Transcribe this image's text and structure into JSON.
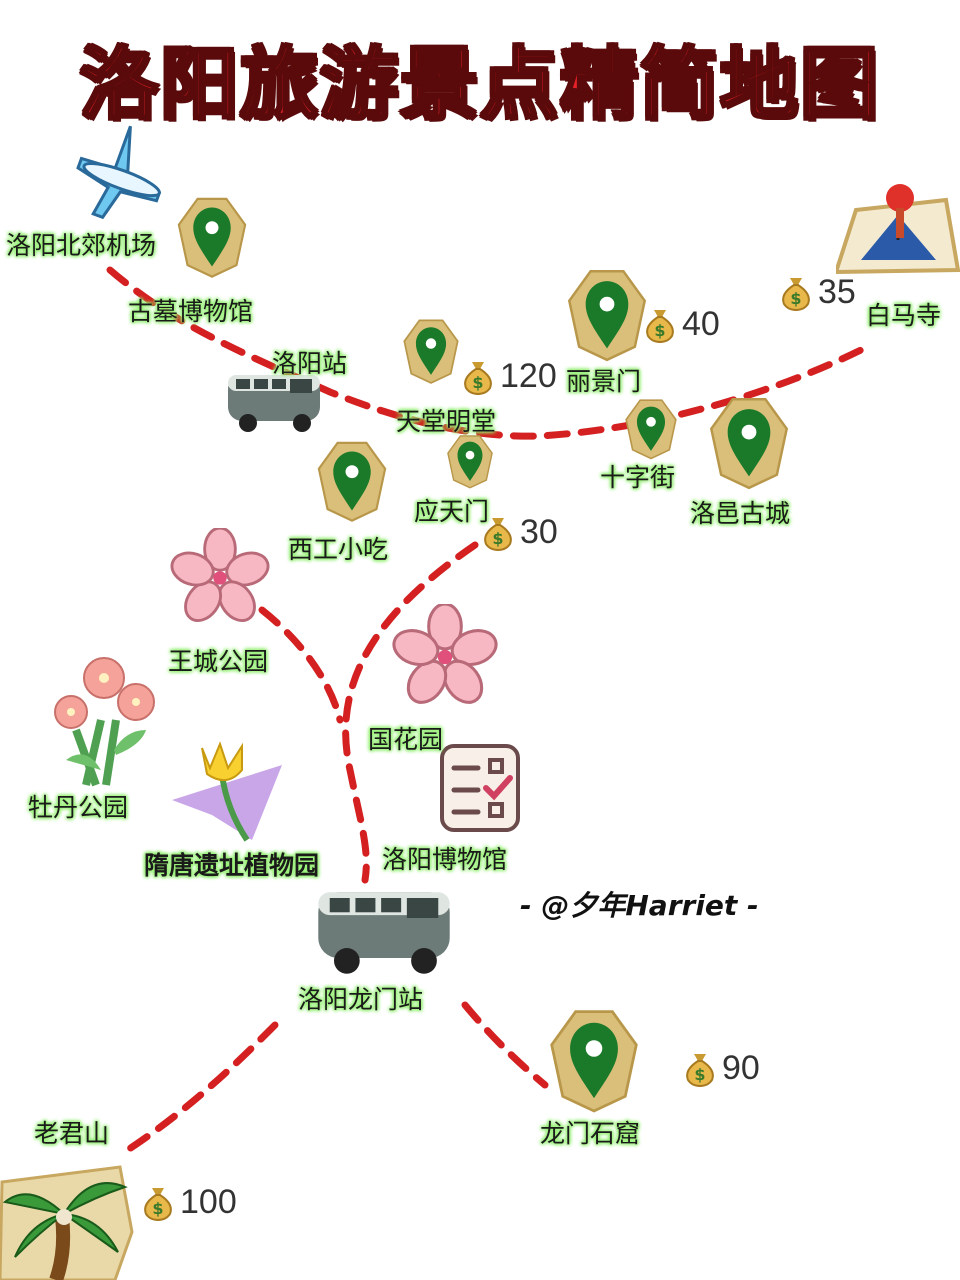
{
  "title": "洛阳旅游景点精简地图",
  "watermark": "- @夕年Harriet -",
  "colors": {
    "route": "#d42020",
    "pin": "#1a7a2a",
    "pin_bg": "#d9bf7a",
    "label_glow": "#7ee85a",
    "title": "#e8212a"
  },
  "places": {
    "airport": "洛阳北郊机场",
    "tomb_museum": "古墓博物馆",
    "luoyang_station": "洛阳站",
    "tiantang": "天堂明堂",
    "lijingmen": "丽景门",
    "baima": "白马寺",
    "shizijie": "十字街",
    "luoyi": "洛邑古城",
    "xigong": "西工小吃",
    "yingtianmen": "应天门",
    "wangcheng": "王城公园",
    "guohua": "国花园",
    "mudan": "牡丹公园",
    "suitang": "隋唐遗址植物园",
    "museum": "洛阳博物馆",
    "longmen_station": "洛阳龙门站",
    "laojunshan": "老君山",
    "longmen_grottoes": "龙门石窟"
  },
  "prices": {
    "tiantang": "120",
    "lijingmen": "40",
    "baima": "35",
    "yingtianmen": "30",
    "longmen_grottoes": "90",
    "laojunshan": "100"
  },
  "icons": [
    "airplane-icon",
    "map-pin-icon",
    "van-icon",
    "cherry-blossom-icon",
    "flower-bouquet-icon",
    "tulip-icon",
    "checklist-icon",
    "palm-tree-icon",
    "money-bag-icon",
    "map-flag-icon"
  ]
}
